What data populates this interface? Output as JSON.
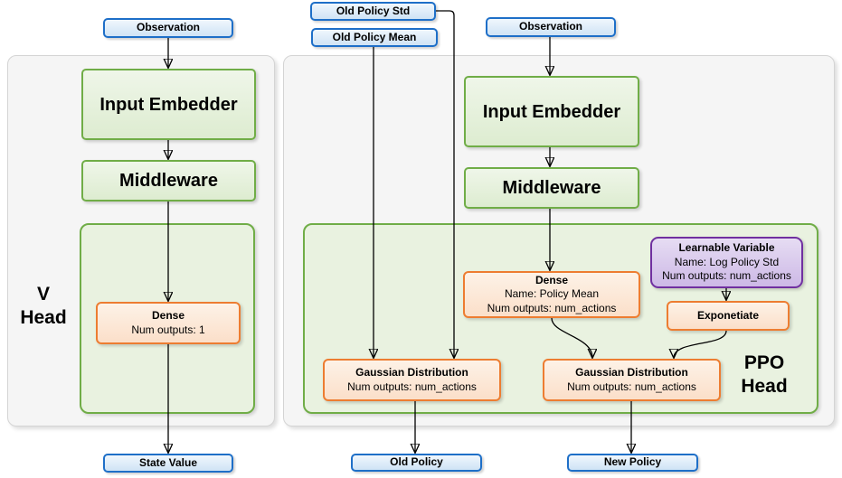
{
  "colors": {
    "blue_border": "#1e6fc8",
    "blue_fill": "#cfe3f5",
    "green_border": "#70ad47",
    "green_fill": "#e2efda",
    "green_container_fill": "#e9f2e0",
    "orange_border": "#ed7d31",
    "orange_fill": "#fbdfc9",
    "purple_border": "#7030a0",
    "purple_fill": "#cdb9e6",
    "panel_fill": "#f5f5f5",
    "panel_border": "#d4d4d4",
    "arrow": "#000000"
  },
  "v_head": {
    "label_line1": "V",
    "label_line2": "Head",
    "observation": "Observation",
    "input_embedder": "Input Embedder",
    "middleware": "Middleware",
    "dense_title": "Dense",
    "dense_line1": "Num outputs: 1",
    "state_value": "State Value"
  },
  "ppo_head": {
    "label_line1": "PPO",
    "label_line2": "Head",
    "old_policy_std": "Old Policy Std",
    "old_policy_mean": "Old Policy Mean",
    "observation": "Observation",
    "input_embedder": "Input Embedder",
    "middleware": "Middleware",
    "dense_title": "Dense",
    "dense_line1": "Name: Policy Mean",
    "dense_line2": "Num outputs: num_actions",
    "learnable_title": "Learnable Variable",
    "learnable_line1": "Name: Log Policy Std",
    "learnable_line2": "Num outputs: num_actions",
    "exponetiate": "Exponetiate",
    "gaussian_old_title": "Gaussian Distribution",
    "gaussian_old_line1": "Num outputs: num_actions",
    "gaussian_new_title": "Gaussian Distribution",
    "gaussian_new_line1": "Num outputs: num_actions",
    "old_policy": "Old Policy",
    "new_policy": "New Policy"
  }
}
